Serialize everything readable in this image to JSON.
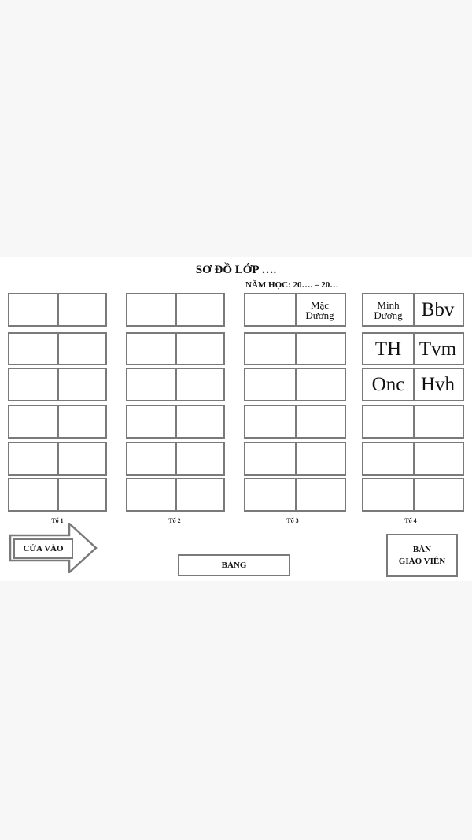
{
  "title": "SƠ ĐỒ LỚP ….",
  "subtitle": "NĂM HỌC: 20…. – 20…",
  "groups": [
    {
      "label": "Tổ 1",
      "desks": [
        {
          "left": "",
          "right": ""
        },
        {
          "left": "",
          "right": ""
        },
        {
          "left": "",
          "right": ""
        },
        {
          "left": "",
          "right": ""
        },
        {
          "left": "",
          "right": ""
        },
        {
          "left": "",
          "right": ""
        }
      ]
    },
    {
      "label": "Tổ 2",
      "desks": [
        {
          "left": "",
          "right": ""
        },
        {
          "left": "",
          "right": ""
        },
        {
          "left": "",
          "right": ""
        },
        {
          "left": "",
          "right": ""
        },
        {
          "left": "",
          "right": ""
        },
        {
          "left": "",
          "right": ""
        }
      ]
    },
    {
      "label": "Tổ 3",
      "desks": [
        {
          "left": "",
          "right": "Mặc\nDương"
        },
        {
          "left": "",
          "right": ""
        },
        {
          "left": "",
          "right": ""
        },
        {
          "left": "",
          "right": ""
        },
        {
          "left": "",
          "right": ""
        },
        {
          "left": "",
          "right": ""
        }
      ]
    },
    {
      "label": "Tổ 4",
      "desks": [
        {
          "left": "Minh\nDương",
          "right": "Bbv"
        },
        {
          "left": "TH",
          "right": "Tvm"
        },
        {
          "left": "Onc",
          "right": "Hvh"
        },
        {
          "left": "",
          "right": ""
        },
        {
          "left": "",
          "right": ""
        },
        {
          "left": "",
          "right": ""
        }
      ]
    }
  ],
  "door_label": "CỬA VÀO",
  "board_label": "BẢNG",
  "teacher_desk": {
    "line1": "BÀN",
    "line2": "GIÁO VIÊN"
  }
}
